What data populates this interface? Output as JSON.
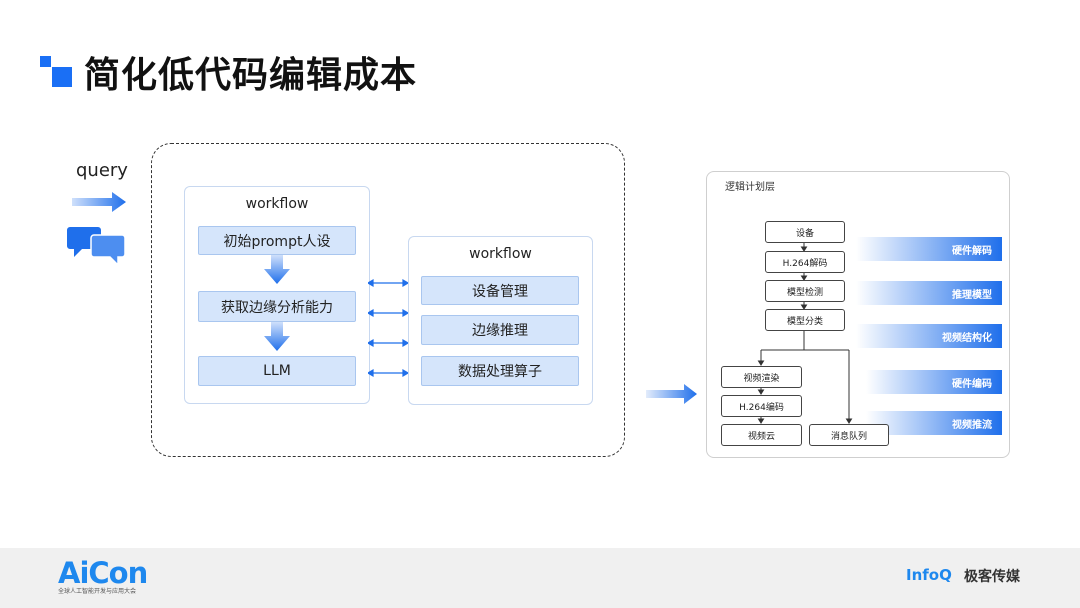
{
  "header": {
    "title": "简化低代码编辑成本"
  },
  "input": {
    "query_label": "query"
  },
  "workflow_left": {
    "title": "workflow",
    "steps": [
      "初始prompt人设",
      "获取边缘分析能力",
      "LLM"
    ]
  },
  "workflow_right": {
    "title": "workflow",
    "steps": [
      "设备管理",
      "边缘推理",
      "数据处理算子"
    ]
  },
  "logic_panel": {
    "title": "逻辑计划层",
    "nodes": [
      "设备",
      "H.264解码",
      "模型检测",
      "模型分类",
      "视频渲染",
      "H.264编码",
      "视频云",
      "消息队列"
    ],
    "bands": [
      "硬件解码",
      "推理模型",
      "视频结构化",
      "硬件编码",
      "视频推流"
    ]
  },
  "footer": {
    "brand": "AiCon",
    "brand_subtitle": "全球人工智能开发与应用大会",
    "partner_logo": "InfoQ",
    "partner_name": "极客传媒"
  },
  "colors": {
    "accent": "#1a6ff5",
    "step_fill": "#d5e5fb",
    "band": "#1f6feb"
  }
}
